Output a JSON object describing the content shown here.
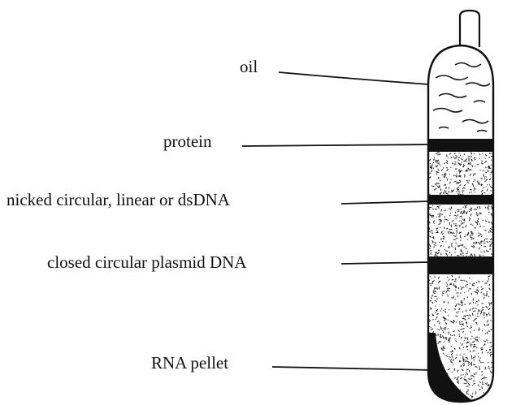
{
  "labels": {
    "oil": "oil",
    "protein": "protein",
    "nicked": "nicked circular, linear or dsDNA",
    "closed": "closed circular plasmid DNA",
    "rna": "RNA pellet"
  },
  "colors": {
    "ink": "#111111",
    "background": "#ffffff"
  }
}
